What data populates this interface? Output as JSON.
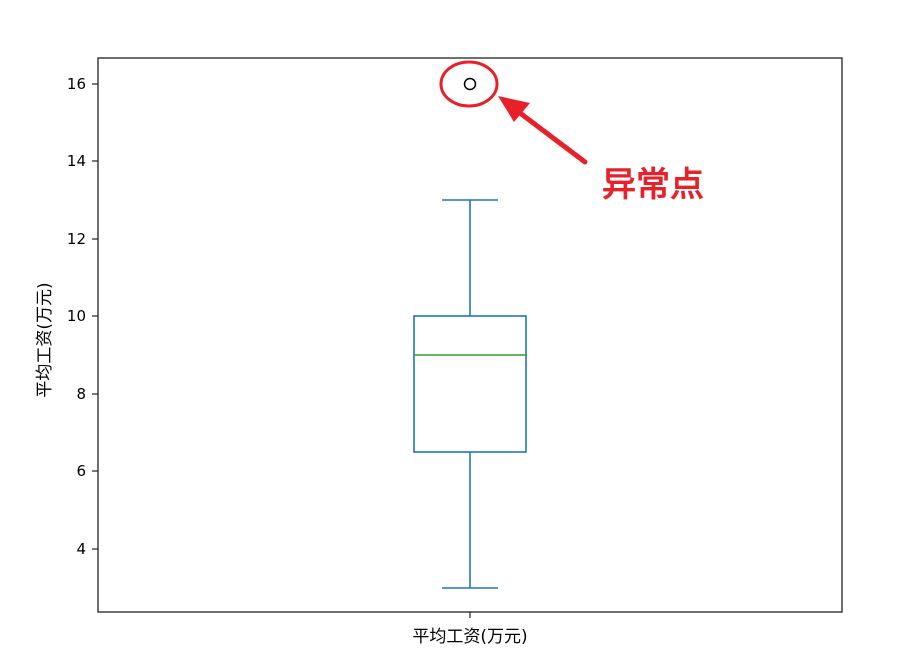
{
  "chart_data": {
    "type": "box",
    "title": "",
    "xlabel": "平均工资(万元)",
    "ylabel": "平均工资(万元)",
    "categories": [
      "平均工资(万元)"
    ],
    "ylim": [
      2.3,
      16.65
    ],
    "yticks": [
      4,
      6,
      8,
      10,
      12,
      14,
      16
    ],
    "grid": false,
    "legend": null,
    "series": [
      {
        "name": "平均工资(万元)",
        "whisker_low": 3,
        "q1": 6.5,
        "median": 9,
        "q3": 10,
        "whisker_high": 13,
        "outliers": [
          16
        ]
      }
    ],
    "annotations": [
      {
        "text": "异常点",
        "target_value": 16,
        "color": "#e8202a"
      }
    ],
    "colors": {
      "box": "#1f77b4",
      "median": "#2ca02c",
      "outlier": "#000000",
      "annotation": "#e8202a"
    }
  },
  "labels": {
    "xlabel": "平均工资(万元)",
    "ylabel": "平均工资(万元)",
    "annotation": "异常点",
    "yticks": [
      "4",
      "6",
      "8",
      "10",
      "12",
      "14",
      "16"
    ]
  }
}
